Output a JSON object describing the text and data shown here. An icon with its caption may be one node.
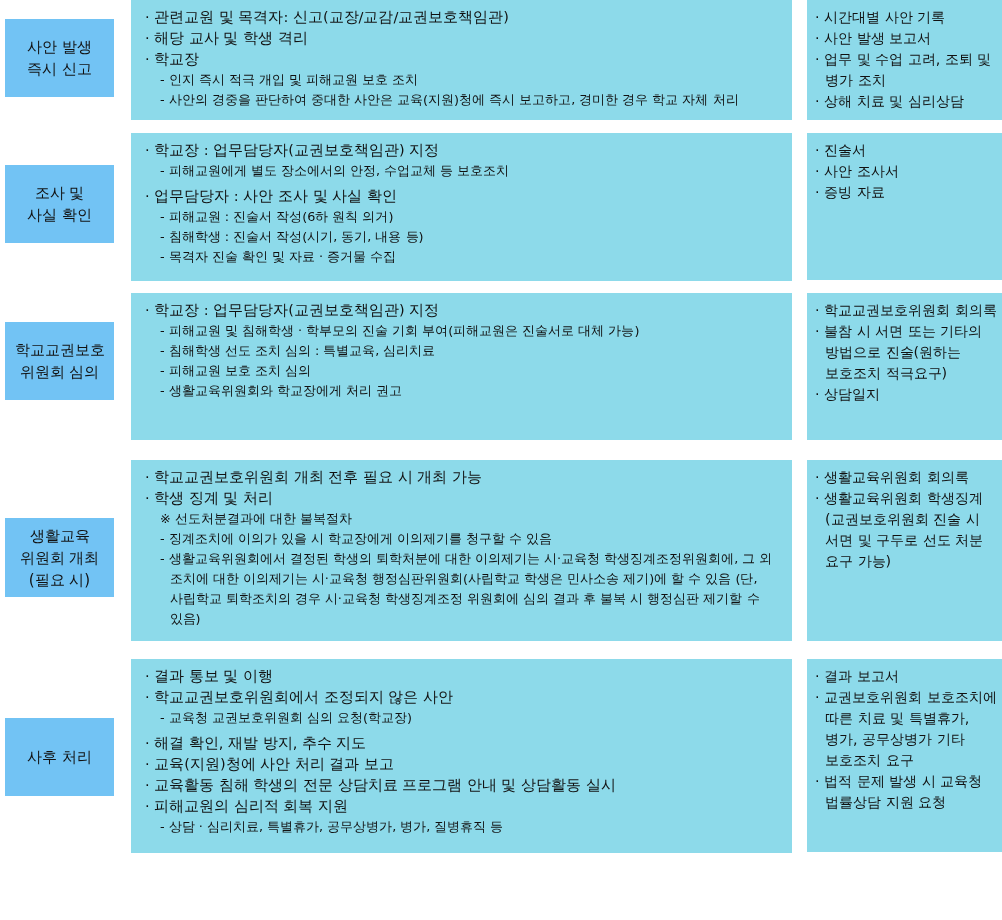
{
  "diagram": {
    "nodes": [
      {
        "text": [
          "사안 발생 즉시 신고"
        ]
      },
      {
        "text": [
          "· 관련교원 및 목격자: 신고(교장/교감/교권보호책임관)",
          "· 해당 교사 및 학생 격리",
          "· 학교장",
          "- 인지 즉시 적극 개입 및 피해교원 보호 조치",
          "- 사안의 경중을 판단하여 중대한 사안은 교육(지원)청에 즉시 보고하고, 경미한 경우 학교 자체 처리"
        ]
      },
      {
        "text": [
          "· 시간대별 사안 기록",
          "· 사안 발생 보고서",
          "· 업무 및 수업 고려, 조퇴 및 병가 조치",
          "· 상해 치료 및 심리상담"
        ]
      },
      {
        "text": [
          "조사 및 사실 확인"
        ]
      },
      {
        "text": [
          "· 학교장 : 업무담당자(교권보호책임관) 지정",
          "- 피해교원에게 별도 장소에서의 안정, 수업교체 등 보호조치",
          "· 업무담당자 : 사안 조사 및 사실 확인",
          "- 피해교원 : 진술서 작성(6하 원칙 의거)",
          "- 침해학생 : 진술서 작성(시기, 동기, 내용 등)",
          "- 목격자 진술 확인 및 자료 · 증거물 수집"
        ]
      },
      {
        "text": [
          "· 진술서",
          "· 사안 조사서",
          "· 증빙 자료"
        ]
      },
      {
        "text": [
          "학교교권보호 위원회 심의"
        ]
      },
      {
        "text": [
          "· 학교장 : 업무담당자(교권보호책임관) 지정",
          "- 피해교원 및 침해학생 · 학부모의 진술 기회 부여(피해교원은 진술서로 대체 가능)",
          "- 침해학생 선도 조치 심의 : 특별교육, 심리치료",
          "- 피해교원 보호 조치 심의",
          "- 생활교육위원회와 학교장에게 처리 권고"
        ]
      },
      {
        "text": [
          "· 학교교권보호위원회 회의록",
          "· 불참 시 서면 또는 기타의 방법으로 진술(원하는 보호조치 적극요구)",
          "· 상담일지"
        ]
      },
      {
        "text": [
          "생활교육 위원회 개최(필요 시)"
        ]
      },
      {
        "text": [
          "· 학교교권보호위원회 개최 전후 필요 시 개최 가능",
          "· 학생 징계 및 처리",
          "※ 선도처분결과에 대한 불복절차",
          "- 징계조치에 이의가 있을 시 학교장에게 이의제기를 청구할 수 있음",
          "- 생활교육위원회에서 결정된 학생의 퇴학처분에 대한 이의제기는 시·교육청 학생징계조정위원회에, 그 외 조치에 대한 이의제기는 시·교육청 행정심판위원회(사립학교 학생은 민사소송 제기)에 할 수 있음 (단, 사립학교 퇴학조치의 경우 시·교육청 학생징계조정 위원회에 심의 결과 후 불복 시 행정심판 제기할 수 있음)"
        ]
      },
      {
        "text": [
          "· 생활교육위원회 회의록",
          "· 생활교육위원회 학생징계 (교권보호위원회 진술 시 서면 및 구두로 선도 처분 요구 가능)"
        ]
      },
      {
        "text": [
          "사후 처리"
        ]
      },
      {
        "text": [
          "· 결과 통보 및 이행",
          "· 학교교권보호위원회에서 조정되지 않은 사안",
          "- 교육청 교권보호위원회 심의 요청(학교장)",
          "· 해결 확인, 재발 방지, 추수 지도",
          "· 교육(지원)청에 사안 처리 결과 보고",
          "· 교육활동 침해 학생의 전문 상담치료 프로그램 안내 및 상담활동 실시",
          "· 피해교원의 심리적 회복 지원",
          "- 상담 · 심리치료, 특별휴가, 공무상병가, 병가, 질병휴직 등"
        ]
      },
      {
        "text": [
          "· 결과 보고서",
          "· 교권보호위원회 보호조치에 따른 치료 및 특별휴가, 병가, 공무상병가 기타 보호조치 요구",
          "· 법적 문제 발생 시 교육청 법률상담 지원 요청"
        ]
      }
    ]
  }
}
